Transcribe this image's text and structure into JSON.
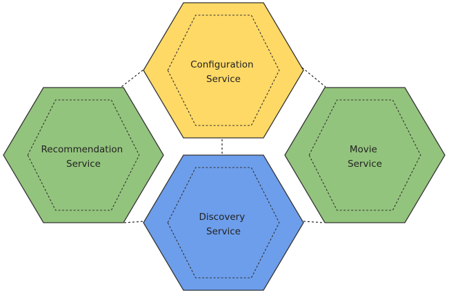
{
  "diagram": {
    "colors": {
      "configuration": "#FFD966",
      "recommendation": "#93C47D",
      "movie": "#93C47D",
      "discovery": "#6D9EEB",
      "outline": "#333333",
      "text": "#222222"
    },
    "nodes": [
      {
        "id": "configuration",
        "line1": "Configuration",
        "line2": "Service"
      },
      {
        "id": "recommendation",
        "line1": "Recommendation",
        "line2": "Service"
      },
      {
        "id": "movie",
        "line1": "Movie",
        "line2": "Service"
      },
      {
        "id": "discovery",
        "line1": "Discovery",
        "line2": "Service"
      }
    ],
    "connections": [
      {
        "from": "configuration",
        "to": "recommendation"
      },
      {
        "from": "configuration",
        "to": "movie"
      },
      {
        "from": "configuration",
        "to": "discovery"
      },
      {
        "from": "recommendation",
        "to": "discovery"
      },
      {
        "from": "movie",
        "to": "discovery"
      }
    ]
  }
}
